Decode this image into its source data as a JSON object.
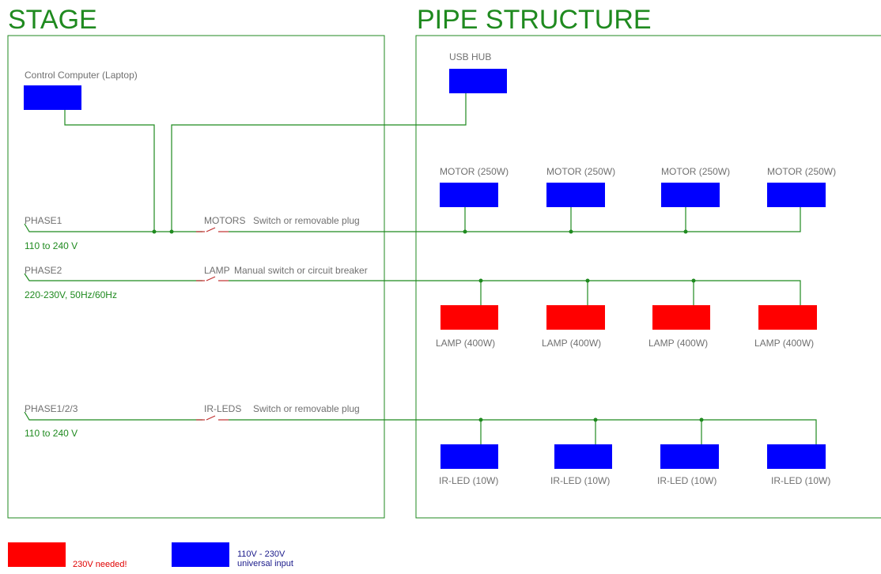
{
  "titles": {
    "stage": "STAGE",
    "pipe": "PIPE STRUCTURE"
  },
  "colors": {
    "wire": "#1f8a1f",
    "blue_box": "#0000ff",
    "red_box": "#ff0000",
    "switch": "#c03030"
  },
  "control_computer": {
    "label": "Control Computer (Laptop)"
  },
  "usb_hub": {
    "label": "USB HUB"
  },
  "circuits": {
    "motors": {
      "phase": "PHASE1",
      "voltage": "110 to 240 V",
      "switch_name": "MOTORS",
      "switch_desc": "Switch or removable plug"
    },
    "lamp": {
      "phase": "PHASE2",
      "voltage": "220-230V, 50Hz/60Hz",
      "switch_name": "LAMP",
      "switch_desc": "Manual switch or circuit breaker"
    },
    "irleds": {
      "phase": "PHASE1/2/3",
      "voltage": "110 to 240 V",
      "switch_name": "IR-LEDS",
      "switch_desc": "Switch or removable plug"
    }
  },
  "motors": [
    "MOTOR (250W)",
    "MOTOR (250W)",
    "MOTOR (250W)",
    "MOTOR (250W)"
  ],
  "lamps": [
    "LAMP (400W)",
    "LAMP (400W)",
    "LAMP (400W)",
    "LAMP (400W)"
  ],
  "irleds": [
    "IR-LED (10W)",
    "IR-LED (10W)",
    "IR-LED (10W)",
    "IR-LED (10W)"
  ],
  "legend": {
    "red": "230V needed!",
    "blue_line1": "110V - 230V",
    "blue_line2": "universal input"
  }
}
